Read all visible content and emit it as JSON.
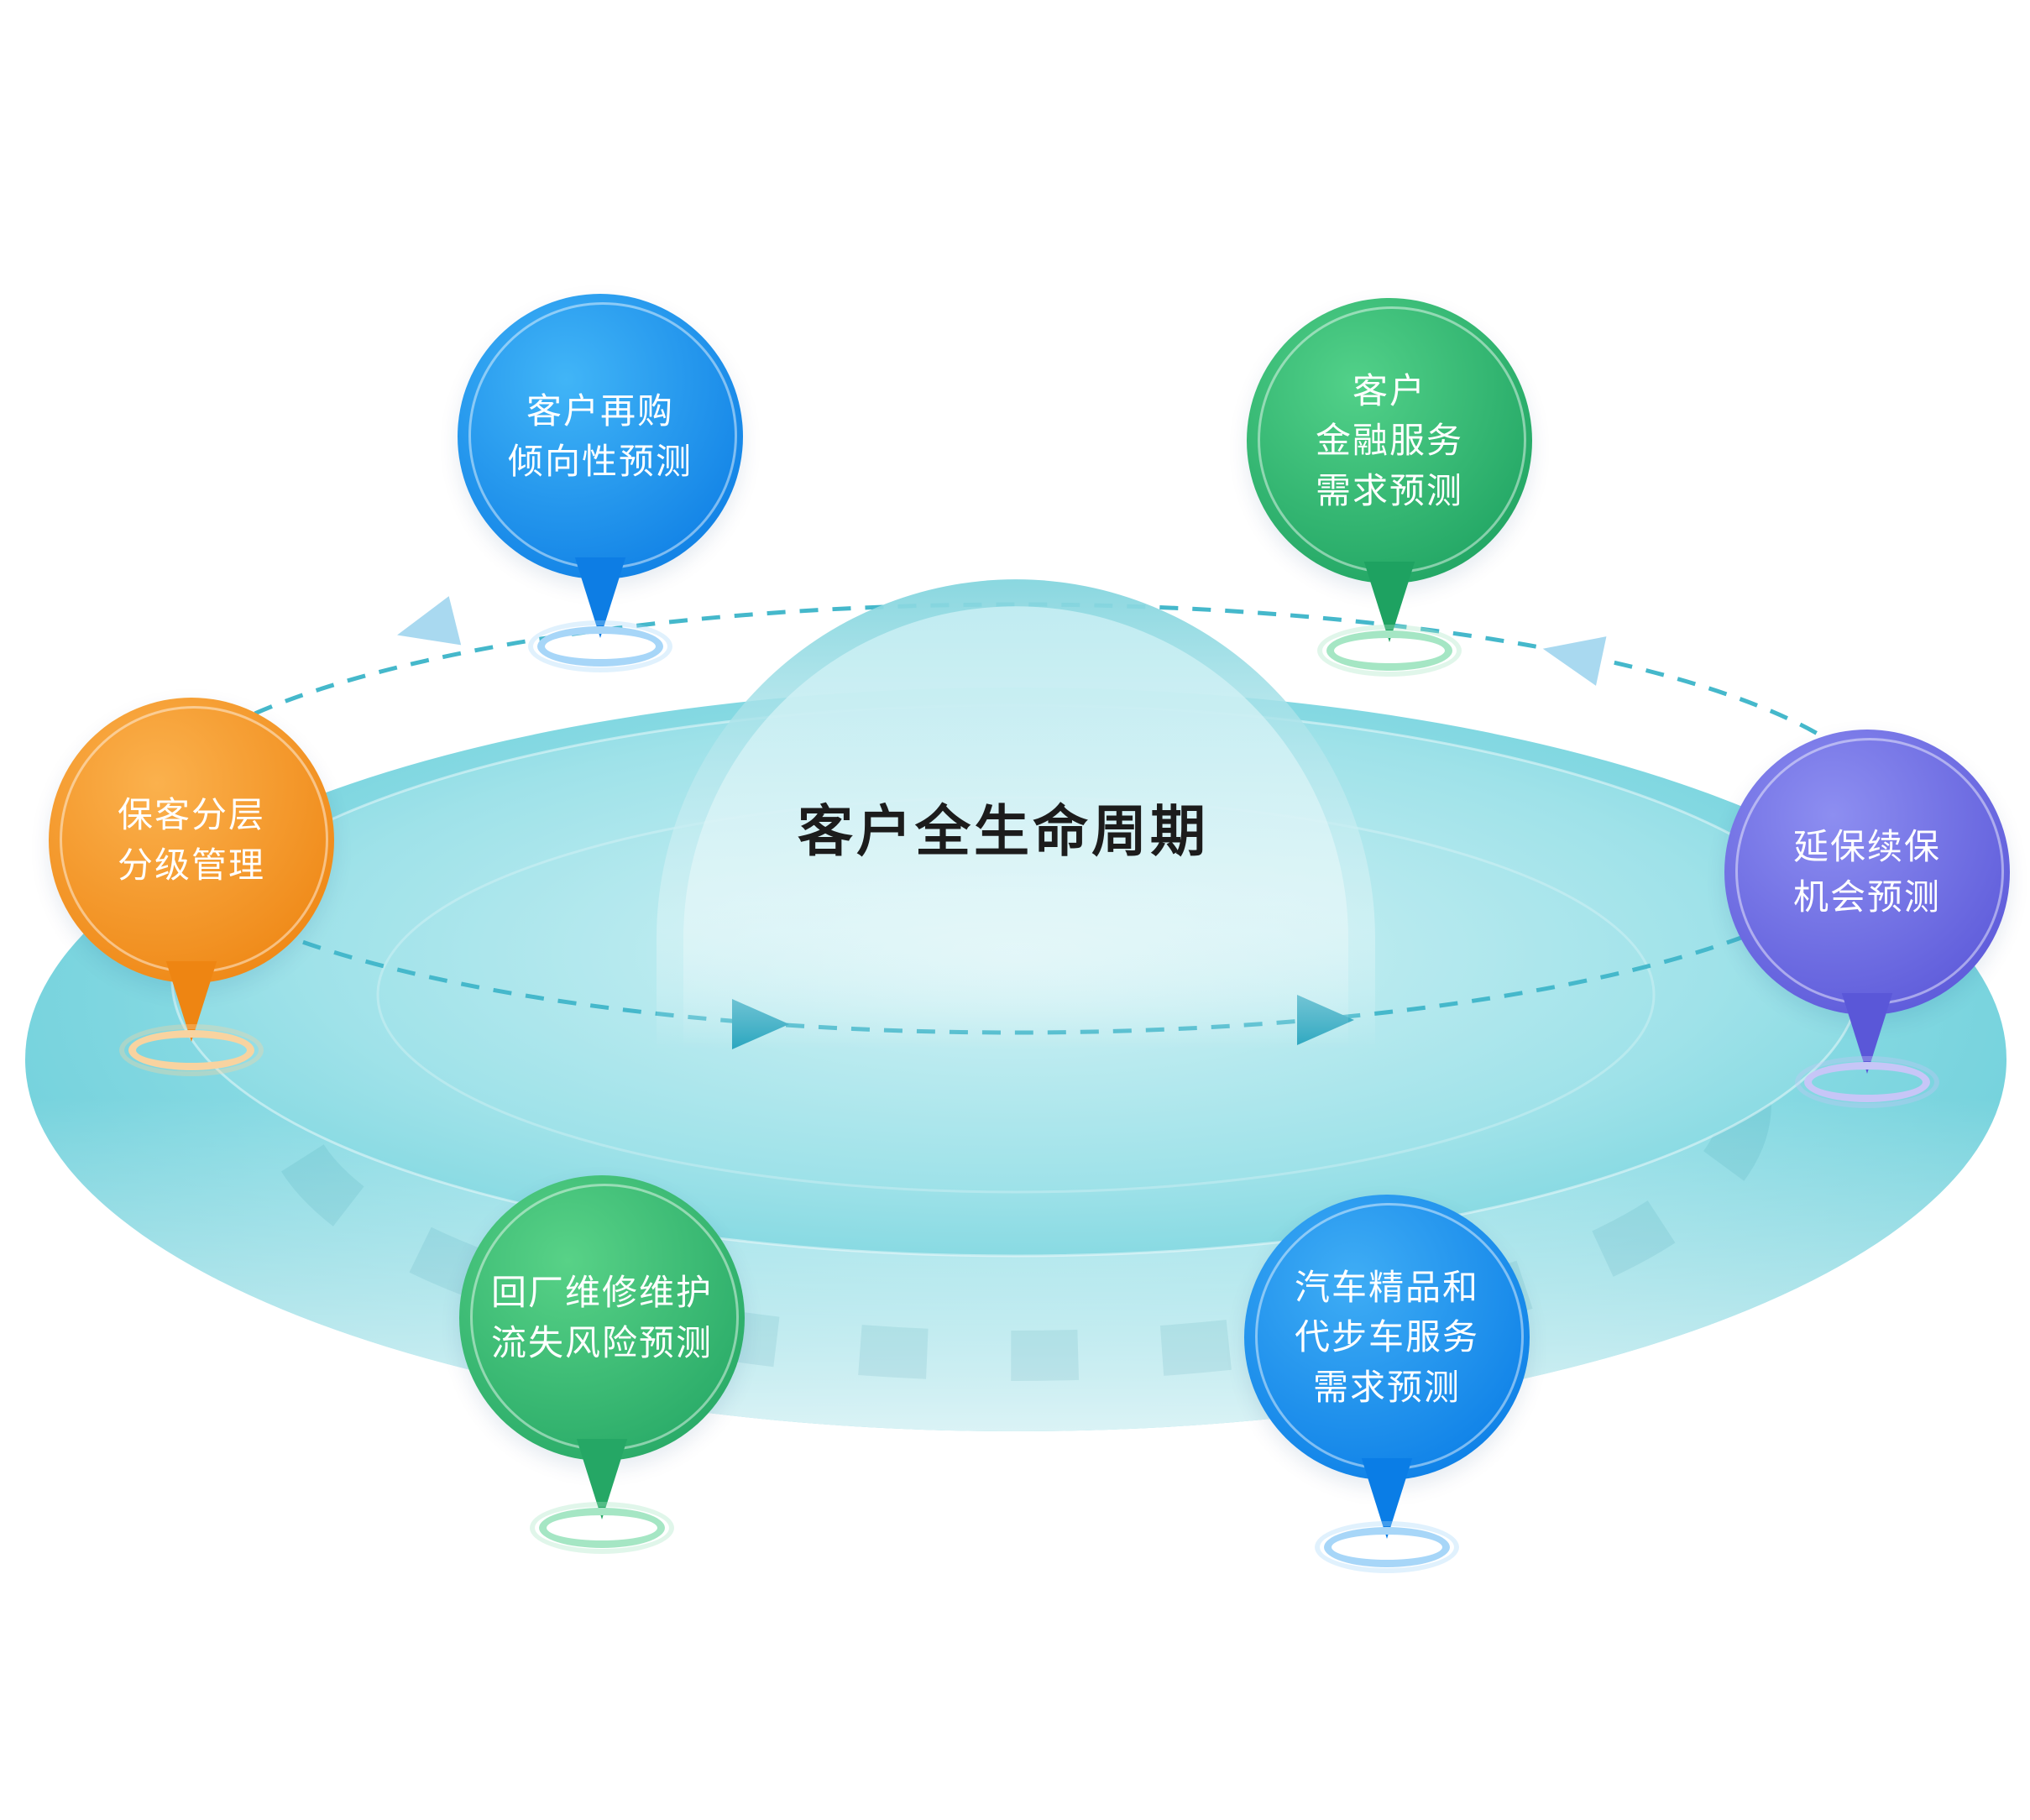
{
  "title": {
    "text": "客户全生命周期"
  },
  "pins": [
    {
      "name": "customer-repurchase-propensity",
      "lines": [
        "客户再购",
        "倾向性预测"
      ],
      "color_top": "#41b5f7",
      "color_bottom": "#0d7de4",
      "halo": "#a7d6f8"
    },
    {
      "name": "customer-finance-service-demand",
      "lines": [
        "客户",
        "金融服务",
        "需求预测"
      ],
      "color_top": "#52d189",
      "color_bottom": "#1ea261",
      "halo": "#a5e6c4"
    },
    {
      "name": "retained-customer-tiering-management",
      "lines": [
        "保客分层",
        "分级管理"
      ],
      "color_top": "#fbb14d",
      "color_bottom": "#ee8512",
      "halo": "#f8d3a0"
    },
    {
      "name": "extended-warranty-renewal-opportunity",
      "lines": [
        "延保续保",
        "机会预测"
      ],
      "color_top": "#8d8ef1",
      "color_bottom": "#5a57d8",
      "halo": "#c7c6f7"
    },
    {
      "name": "service-churn-risk-prediction",
      "lines": [
        "回厂维修维护",
        "流失风险预测"
      ],
      "color_top": "#58d287",
      "color_bottom": "#25a765",
      "halo": "#a5e6c4"
    },
    {
      "name": "accessories-courtesy-car-service-demand",
      "lines": [
        "汽车精品和",
        "代步车服务",
        "需求预测"
      ],
      "color_top": "#3fadf5",
      "color_bottom": "#0a7de6",
      "halo": "#a7d6f8"
    }
  ],
  "colors": {
    "disc_outer": "#5fc9d5",
    "disc_inner": "#bceef2",
    "dome": "#8fd9e2",
    "dashed_orbit": "#45b8cb",
    "arrow_front": "#2aa6bf",
    "arrow_back": "#a9d9f0",
    "title_text": "#1c1c1c"
  }
}
